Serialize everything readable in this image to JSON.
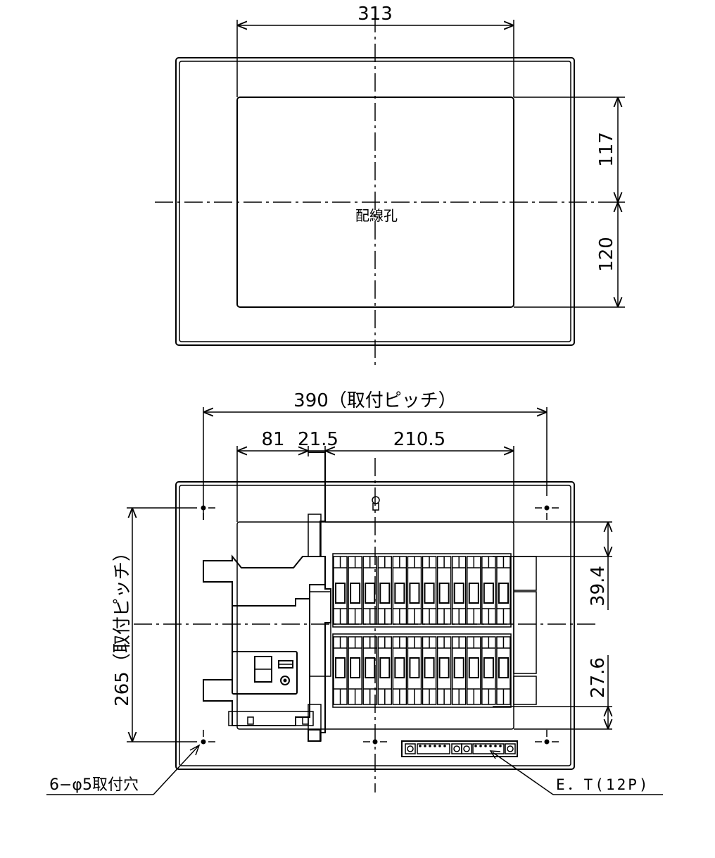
{
  "top_view": {
    "dim_width": "313",
    "dim_upper": "117",
    "dim_lower": "120",
    "hole_label": "配線孔"
  },
  "front_view": {
    "dim_mount_pitch_h": "390（取付ピッチ）",
    "dim_81": "81",
    "dim_21_5": "21.5",
    "dim_210_5": "210.5",
    "dim_39_4": "39.4",
    "dim_27_6": "27.6",
    "dim_mount_pitch_v": "265（取付ピッチ）",
    "mount_holes_label": "6−φ5取付穴",
    "et_label": "E．T(12P)"
  },
  "breaker_rows": 2,
  "breakers_per_row": 12
}
